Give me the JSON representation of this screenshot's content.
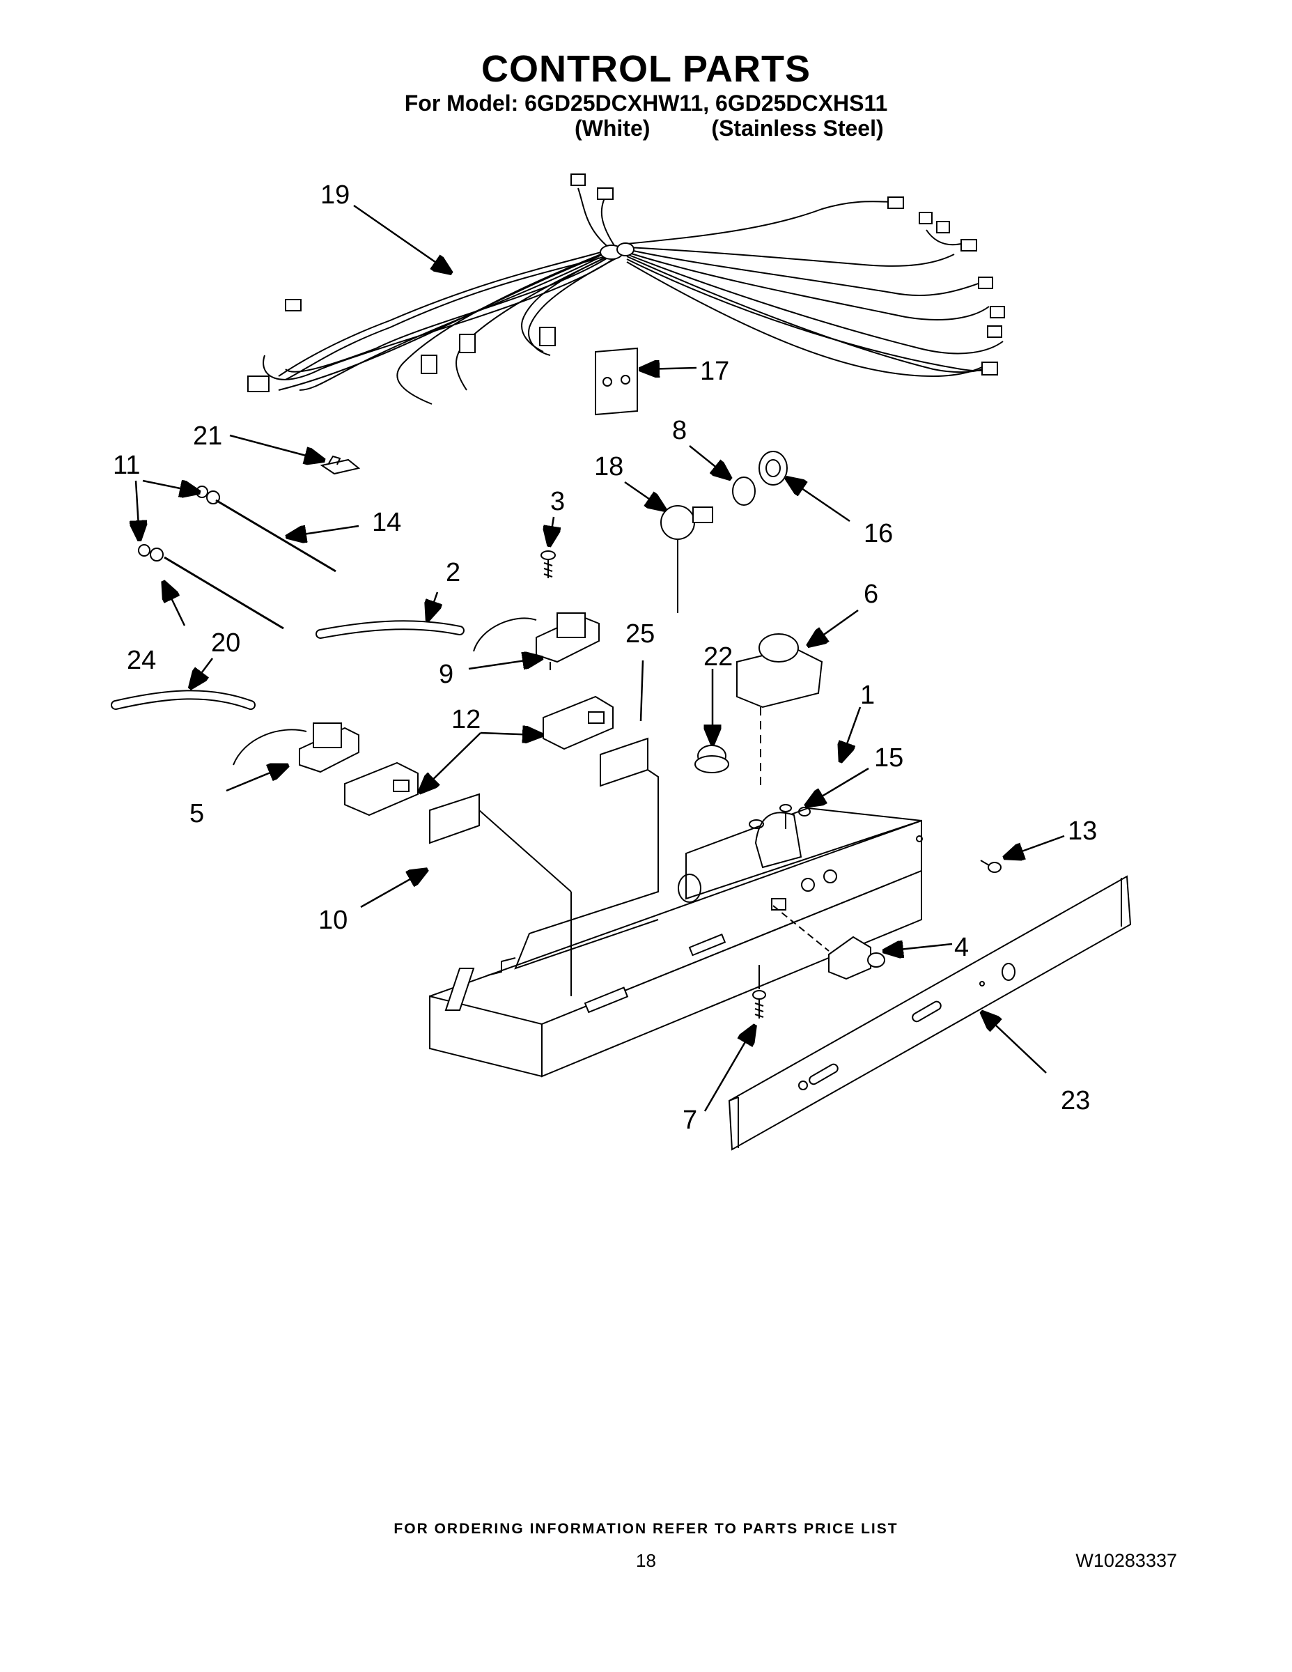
{
  "header": {
    "title": "CONTROL PARTS",
    "models_line": "For Model: 6GD25DCXHW11, 6GD25DCXHS11",
    "variant_white": "(White)",
    "variant_stainless": "(Stainless Steel)"
  },
  "callouts": [
    "1",
    "2",
    "3",
    "4",
    "5",
    "6",
    "7",
    "8",
    "9",
    "10",
    "11",
    "12",
    "13",
    "14",
    "15",
    "16",
    "17",
    "18",
    "19",
    "20",
    "21",
    "22",
    "23",
    "24",
    "25"
  ],
  "footer": {
    "ordering_note": "FOR ORDERING INFORMATION REFER TO PARTS PRICE LIST",
    "page_number": "18",
    "document_number": "W10283337"
  }
}
